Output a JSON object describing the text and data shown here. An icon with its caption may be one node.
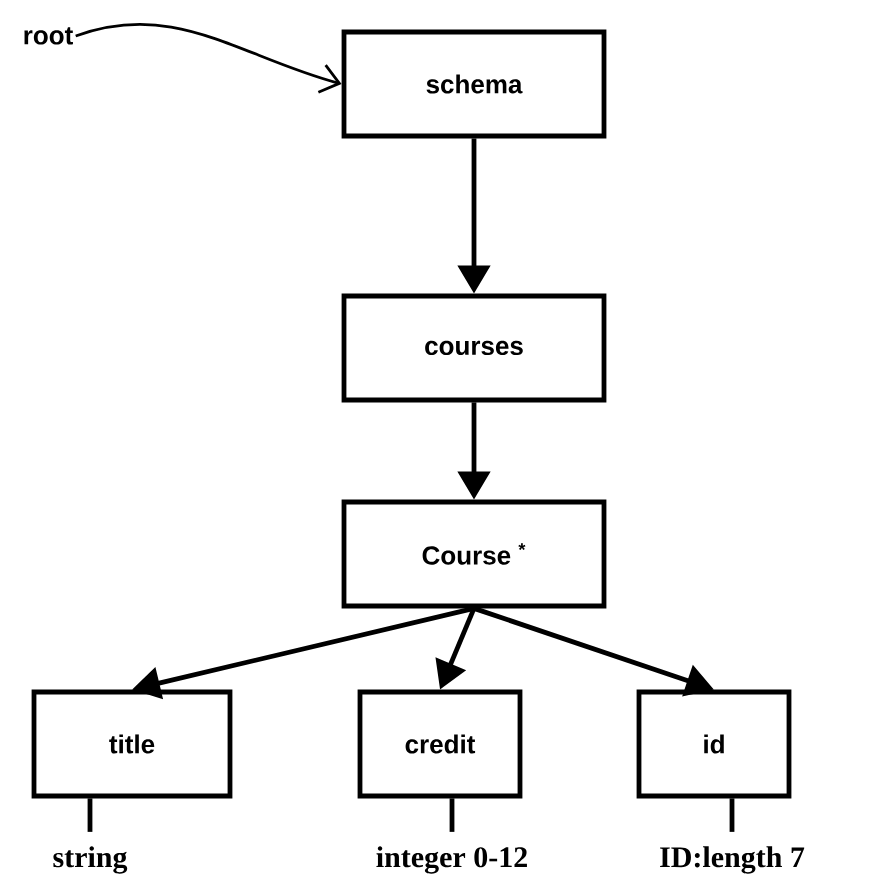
{
  "diagram": {
    "nodes": [
      {
        "text": [
          "root"
        ]
      },
      {
        "text": [
          "schema"
        ]
      },
      {
        "text": [
          "courses"
        ]
      },
      {
        "text": [
          "Course $^{*}$"
        ]
      },
      {
        "text": [
          "title"
        ]
      },
      {
        "text": [
          "credit"
        ]
      },
      {
        "text": [
          "id"
        ]
      },
      {
        "text": [
          "string"
        ]
      },
      {
        "text": [
          "integer 0-12"
        ]
      },
      {
        "text": [
          "ID:length 7"
        ]
      }
    ],
    "edges": [
      {
        "from": 0,
        "to": 1,
        "arrow": "to"
      },
      {
        "from": 1,
        "to": 2,
        "arrow": "to"
      },
      {
        "from": 2,
        "to": 3,
        "arrow": "to"
      },
      {
        "from": 3,
        "to": 4,
        "arrow": "to"
      },
      {
        "from": 3,
        "to": 5,
        "arrow": "to"
      },
      {
        "from": 3,
        "to": 6,
        "arrow": "to"
      },
      {
        "from": 4,
        "to": 7,
        "arrow": "none"
      },
      {
        "from": 5,
        "to": 8,
        "arrow": "none"
      },
      {
        "from": 6,
        "to": 9,
        "arrow": "none"
      }
    ]
  }
}
